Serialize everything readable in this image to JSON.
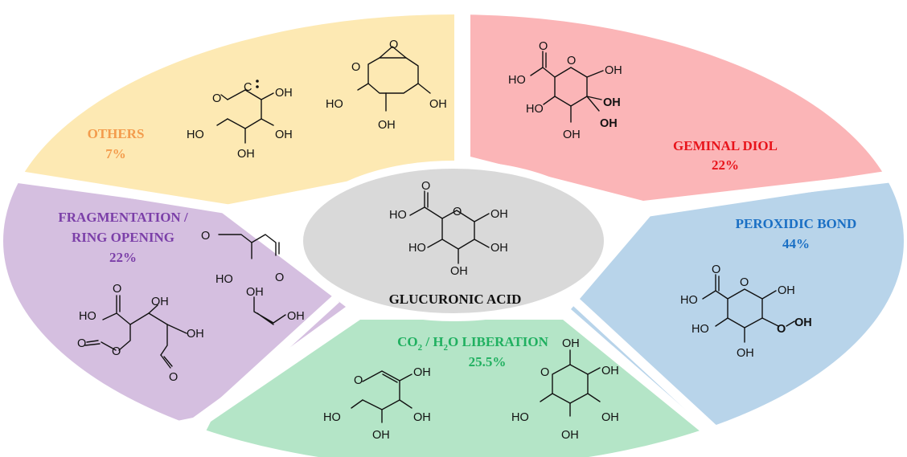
{
  "center": {
    "label": "GLUCURONIC ACID",
    "color": "#d9d9d9"
  },
  "segments": {
    "others": {
      "title": "OTHERS",
      "percent": "7%",
      "color": "#fde9b3",
      "text_color": "#f39c4d"
    },
    "geminal": {
      "title": "GEMINAL DIOL",
      "percent": "22%",
      "color": "#fbb5b7",
      "text_color": "#e8141b"
    },
    "peroxidic": {
      "title": "PEROXIDIC BOND",
      "percent": "44%",
      "color": "#b8d4ea",
      "text_color": "#1a6fc4"
    },
    "co2": {
      "title_prefix": "CO",
      "title_mid": " / H",
      "title_suffix": "O LIBERATION",
      "sub": "2",
      "percent": "25.5%",
      "color": "#b4e5c7",
      "text_color": "#20b060"
    },
    "frag": {
      "title_line1": "FRAGMENTATION /",
      "title_line2": "RING OPENING",
      "percent": "22%",
      "color": "#d5bfe0",
      "text_color": "#7b3fa8"
    }
  },
  "atoms": {
    "O": "O",
    "OH": "OH",
    "HO": "HO",
    "C": "C"
  }
}
